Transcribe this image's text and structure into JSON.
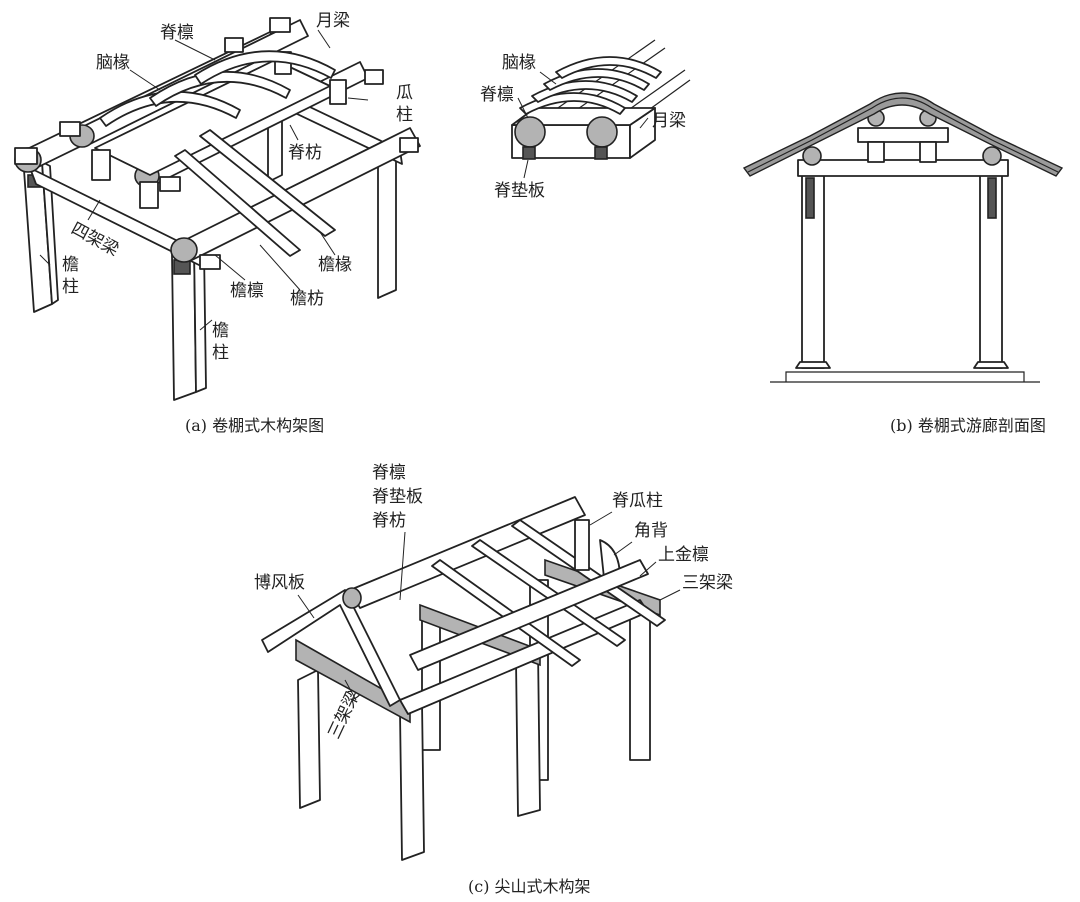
{
  "panel_a": {
    "caption": "(a) 卷棚式木构架图",
    "labels": {
      "ji_lin": "脊檩",
      "yue_liang": "月梁",
      "nao_chuan": "脑椽",
      "gua_zhu": "瓜柱",
      "ji_fang": "脊枋",
      "si_jia_liang": "四架梁",
      "yan_zhu_left": "檐柱",
      "yan_zhu_front": "檐柱",
      "yan_lin": "檐檩",
      "yan_fang": "檐枋",
      "yan_chuan": "檐椽"
    }
  },
  "detail": {
    "labels": {
      "nao_chuan": "脑椽",
      "ji_lin": "脊檩",
      "yue_liang": "月梁",
      "ji_dian_ban": "脊垫板"
    }
  },
  "panel_b": {
    "caption": "(b) 卷棚式游廊剖面图"
  },
  "panel_c": {
    "caption": "(c) 尖山式木构架",
    "labels": {
      "ji_lin": "脊檩",
      "ji_dian_ban": "脊垫板",
      "ji_fang": "脊枋",
      "ji_gua_zhu": "脊瓜柱",
      "jiao_bei": "角背",
      "shang_jin_lin": "上金檩",
      "san_jia_liang_right": "三架梁",
      "bo_feng_ban": "博风板",
      "san_jia_liang_left": "三架梁"
    }
  }
}
